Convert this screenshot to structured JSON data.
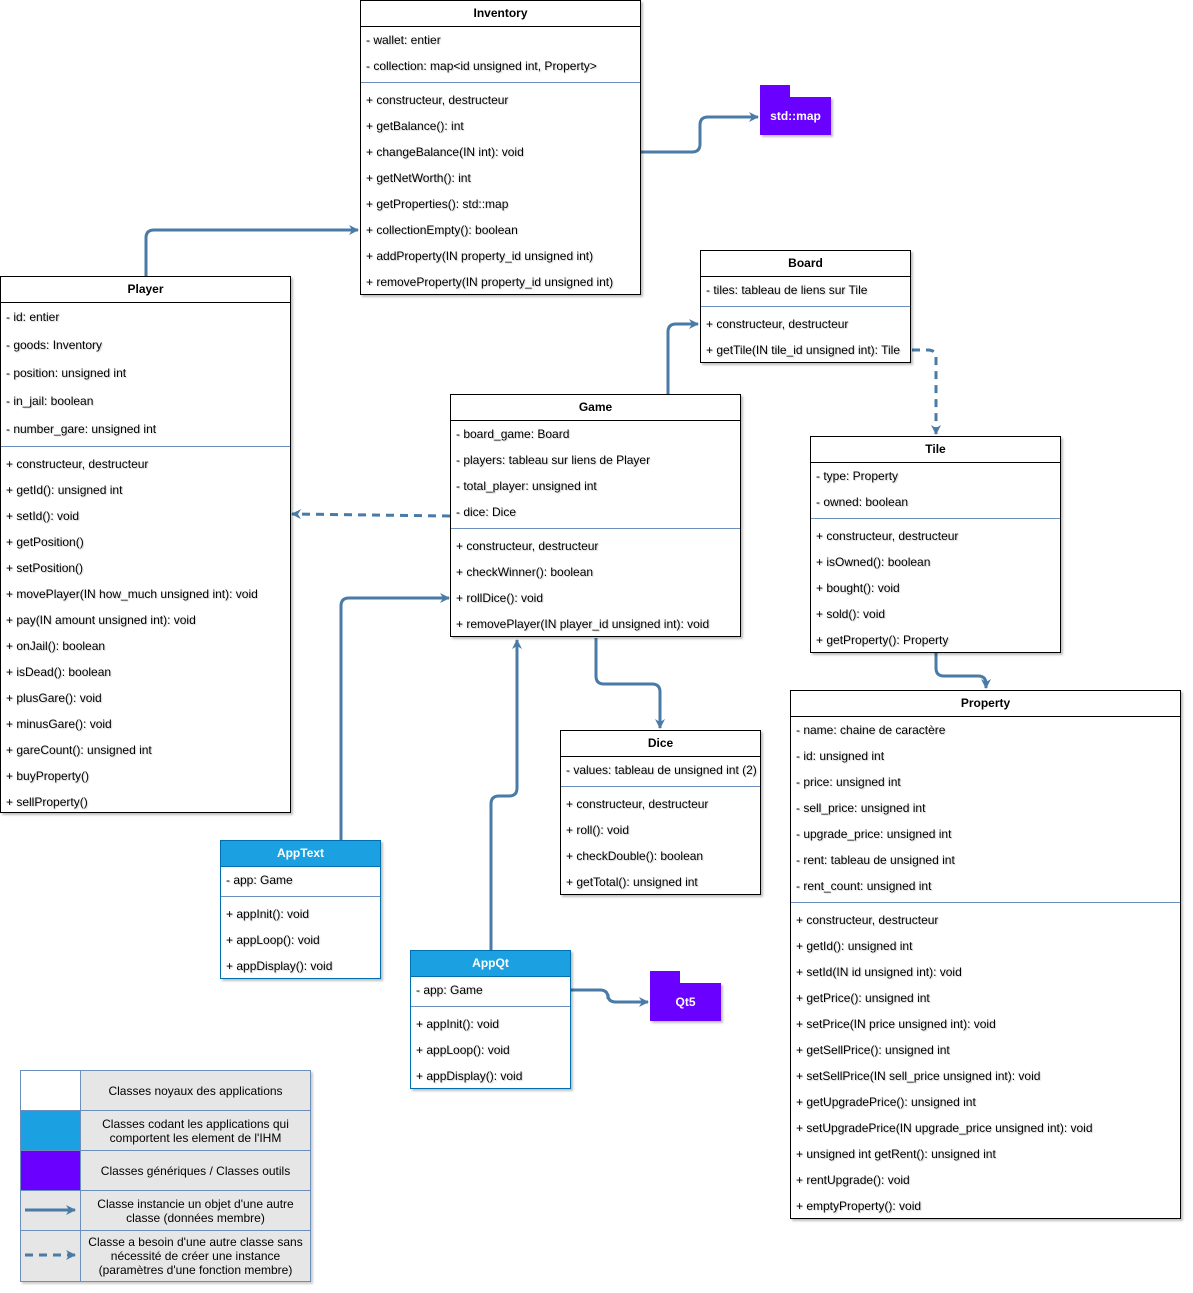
{
  "colors": {
    "core": "#ffffff",
    "ui": "#1ba1e2",
    "generic": "#6a00ff",
    "arrow": "#4a7ba7",
    "legend_bg": "#e6e6e6"
  },
  "classes": {
    "inventory": {
      "name": "Inventory",
      "attributes": [
        "- wallet: entier",
        "- collection: map<id unsigned int, Property>"
      ],
      "methods": [
        "+ constructeur, destructeur",
        "+ getBalance(): int",
        "+ changeBalance(IN int): void",
        "+ getNetWorth(): int",
        "+ getProperties(): std::map",
        "+ collectionEmpty(): boolean",
        "+ addProperty(IN property_id unsigned int)",
        "+ removeProperty(IN property_id unsigned int)"
      ]
    },
    "player": {
      "name": "Player",
      "attributes": [
        "- id: entier",
        "- goods: Inventory",
        "- position: unsigned int",
        "- in_jail: boolean",
        "- number_gare: unsigned int"
      ],
      "methods": [
        "+ constructeur, destructeur",
        "+ getId(): unsigned int",
        "+ setId(): void",
        "+ getPosition()",
        "+ setPosition()",
        "+ movePlayer(IN how_much unsigned int): void",
        "+ pay(IN amount unsigned int): void",
        "+ onJail(): boolean",
        "+ isDead(): boolean",
        "+ plusGare(): void",
        "+ minusGare(): void",
        "+ gareCount(): unsigned int",
        "+ buyProperty()",
        "+ sellProperty()"
      ]
    },
    "board": {
      "name": "Board",
      "attributes": [
        "- tiles: tableau de liens sur Tile"
      ],
      "methods": [
        "+ constructeur, destructeur",
        "+ getTile(IN tile_id unsigned int): Tile"
      ]
    },
    "game": {
      "name": "Game",
      "attributes": [
        "- board_game: Board",
        "- players: tableau sur liens de Player",
        "- total_player: unsigned int",
        "- dice: Dice"
      ],
      "methods": [
        "+ constructeur, destructeur",
        "+ checkWinner(): boolean",
        "+ rollDice(): void",
        "+ removePlayer(IN player_id unsigned int): void"
      ]
    },
    "tile": {
      "name": "Tile",
      "attributes": [
        "- type: Property",
        "- owned: boolean"
      ],
      "methods": [
        "+ constructeur, destructeur",
        "+ isOwned(): boolean",
        "+ bought(): void",
        "+ sold(): void",
        "+ getProperty(): Property"
      ]
    },
    "dice": {
      "name": "Dice",
      "attributes": [
        "- values: tableau de unsigned int (2)"
      ],
      "methods": [
        "+ constructeur, destructeur",
        "+ roll(): void",
        "+ checkDouble(): boolean",
        "+ getTotal(): unsigned int"
      ]
    },
    "property": {
      "name": "Property",
      "attributes": [
        "- name: chaine de caractère",
        "- id: unsigned int",
        "- price: unsigned int",
        "- sell_price: unsigned int",
        "- upgrade_price: unsigned int",
        "- rent: tableau de unsigned int",
        "- rent_count: unsigned int"
      ],
      "methods": [
        "+ constructeur, destructeur",
        "+ getId(): unsigned int",
        "+ setId(IN id unsigned int): void",
        "+ getPrice(): unsigned int",
        "+ setPrice(IN price unsigned int): void",
        "+ getSellPrice(): unsigned int",
        "+ setSellPrice(IN sell_price unsigned int): void",
        "+ getUpgradePrice(): unsigned int",
        "+ setUpgradePrice(IN upgrade_price unsigned int): void",
        "+ unsigned int getRent(): unsigned int",
        "+ rentUpgrade(): void",
        "+ emptyProperty(): void"
      ]
    },
    "apptext": {
      "name": "AppText",
      "attributes": [
        "- app: Game"
      ],
      "methods": [
        "+ appInit(): void",
        "+ appLoop(): void",
        "+ appDisplay(): void"
      ]
    },
    "appqt": {
      "name": "AppQt",
      "attributes": [
        "- app: Game"
      ],
      "methods": [
        "+ appInit(): void",
        "+ appLoop(): void",
        "+ appDisplay(): void"
      ]
    }
  },
  "packages": {
    "stdmap": "std::map",
    "qt5": "Qt5"
  },
  "legend": [
    "Classes noyaux des applications",
    "Classes codant les applications qui comportent les element de l'IHM",
    "Classes génériques / Classes outils",
    "Classe instancie un objet d'une autre classe (données membre)",
    "Classe a besoin d'une autre classe sans nécessité de créer une instance (paramètres d'une fonction membre)"
  ]
}
